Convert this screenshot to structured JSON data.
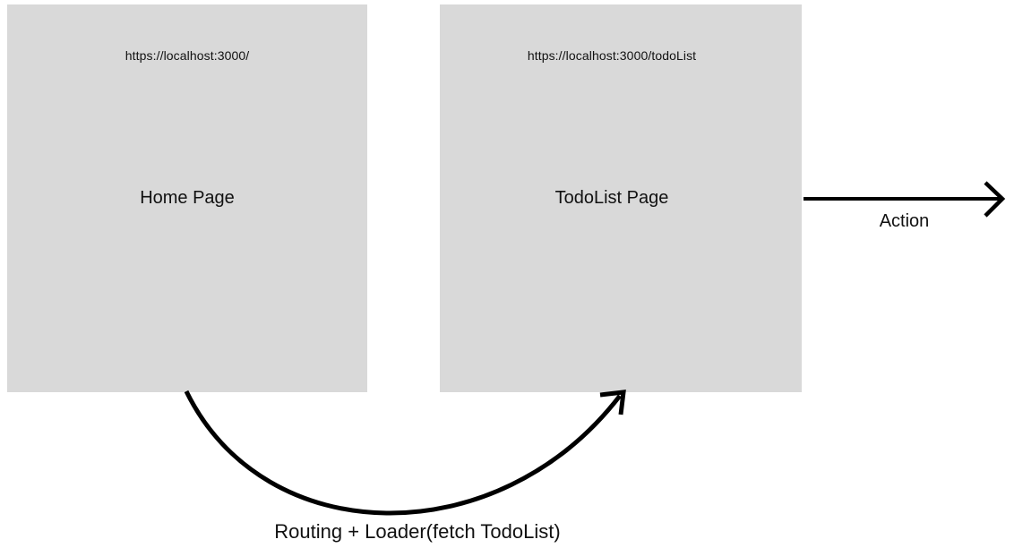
{
  "boxes": {
    "home": {
      "url": "https://localhost:3000/",
      "title": "Home Page"
    },
    "todo": {
      "url": "https://localhost:3000/todoList",
      "title": "TodoList Page"
    }
  },
  "arrows": {
    "action": {
      "label": "Action"
    },
    "routing": {
      "label": "Routing + Loader(fetch TodoList)"
    }
  },
  "colors": {
    "background": "#ffffff",
    "box_fill": "#d9d9d9",
    "arrow_stroke": "#000000",
    "text": "#111111"
  }
}
